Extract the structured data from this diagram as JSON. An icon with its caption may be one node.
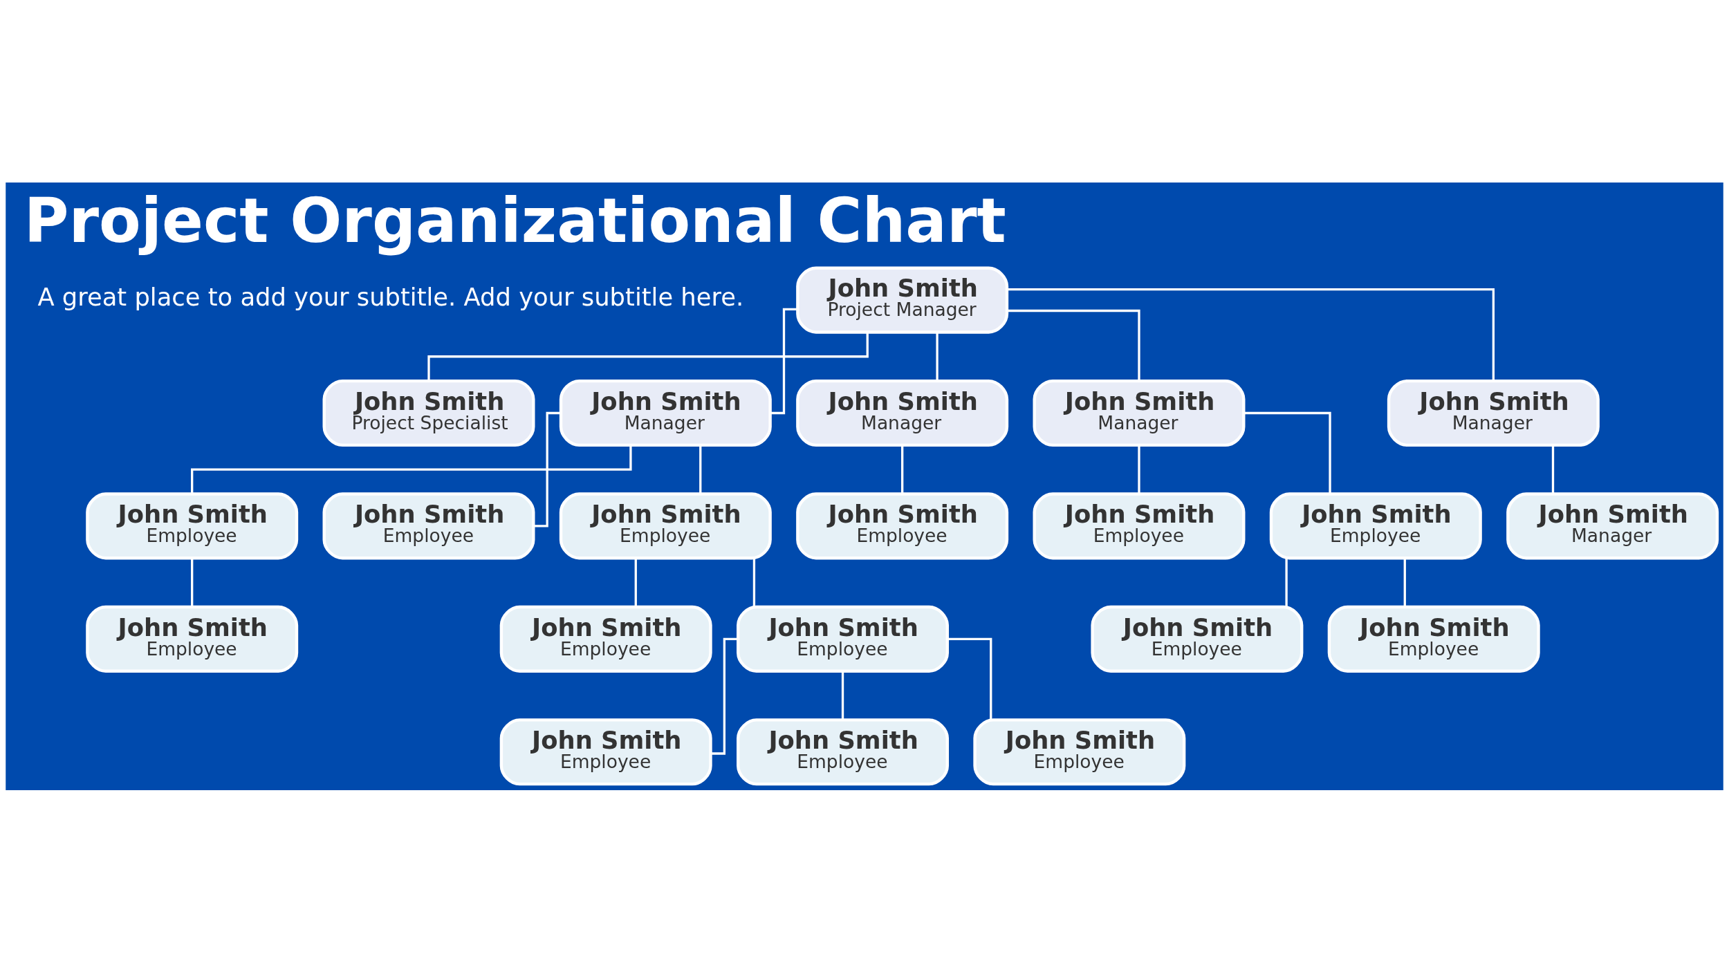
{
  "diagram": {
    "title": "Project Organizational Chart",
    "nodes": [
      {
        "text": [
          "John Smith",
          "Project Manager"
        ]
      },
      {
        "text": [
          "John Smith",
          "Project Specialist"
        ]
      },
      {
        "text": [
          "John Smith",
          "Manager"
        ]
      },
      {
        "text": [
          "John Smith",
          "Manager"
        ]
      },
      {
        "text": [
          "John Smith",
          "Manager"
        ]
      },
      {
        "text": [
          "John Smith",
          "Manager"
        ]
      },
      {
        "text": [
          "John Smith",
          "Employee"
        ]
      },
      {
        "text": [
          "John Smith",
          "Employee"
        ]
      },
      {
        "text": [
          "John Smith",
          "Employee"
        ]
      },
      {
        "text": [
          "John Smith",
          "Employee"
        ]
      },
      {
        "text": [
          "John Smith",
          "Employee"
        ]
      },
      {
        "text": [
          "John Smith",
          "Employee"
        ]
      },
      {
        "text": [
          "John Smith",
          "Manager"
        ]
      },
      {
        "text": [
          "John Smith",
          "Employee"
        ]
      },
      {
        "text": [
          "John Smith",
          "Employee"
        ]
      },
      {
        "text": [
          "John Smith",
          "Employee"
        ]
      },
      {
        "text": [
          "John Smith",
          "Employee"
        ]
      },
      {
        "text": [
          "John Smith",
          "Employee"
        ]
      },
      {
        "text": [
          "John Smith",
          "Employee"
        ]
      },
      {
        "text": [
          "John Smith",
          "Employee"
        ]
      },
      {
        "text": [
          "John Smith",
          "Employee"
        ]
      }
    ],
    "edges": [
      {
        "from": 0,
        "to": 1,
        "arrow": "none"
      },
      {
        "from": 0,
        "to": 2,
        "arrow": "none"
      },
      {
        "from": 0,
        "to": 3,
        "arrow": "none"
      },
      {
        "from": 0,
        "to": 4,
        "arrow": "none"
      },
      {
        "from": 0,
        "to": 5,
        "arrow": "none"
      },
      {
        "from": 2,
        "to": 6,
        "arrow": "none"
      },
      {
        "from": 2,
        "to": 7,
        "arrow": "none"
      },
      {
        "from": 2,
        "to": 8,
        "arrow": "none"
      },
      {
        "from": 3,
        "to": 9,
        "arrow": "none"
      },
      {
        "from": 4,
        "to": 10,
        "arrow": "none"
      },
      {
        "from": 4,
        "to": 11,
        "arrow": "none"
      },
      {
        "from": 5,
        "to": 12,
        "arrow": "none"
      },
      {
        "from": 6,
        "to": 13,
        "arrow": "none"
      },
      {
        "from": 8,
        "to": 14,
        "arrow": "none"
      },
      {
        "from": 8,
        "to": 15,
        "arrow": "none"
      },
      {
        "from": 11,
        "to": 16,
        "arrow": "none"
      },
      {
        "from": 11,
        "to": 17,
        "arrow": "none"
      },
      {
        "from": 15,
        "to": 18,
        "arrow": "none"
      },
      {
        "from": 15,
        "to": 19,
        "arrow": "none"
      },
      {
        "from": 15,
        "to": 20,
        "arrow": "none"
      }
    ],
    "labels": [
      "A great place to add your subtitle. Add your subtitle here."
    ]
  }
}
